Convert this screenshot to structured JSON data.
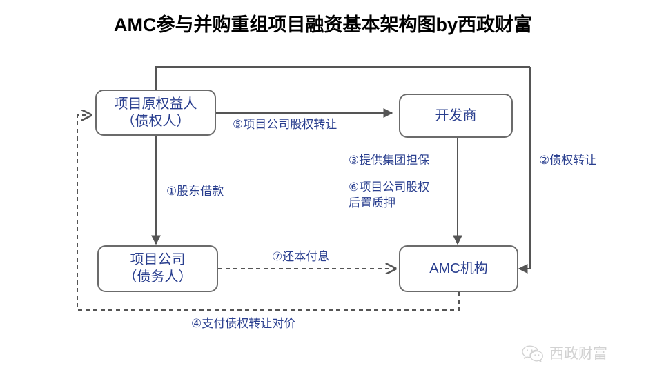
{
  "title": "AMC参与并购重组项目融资基本架构图by西政财富",
  "nodes": {
    "original_owner": {
      "line1": "项目原权益人",
      "line2": "（债权人）"
    },
    "developer": {
      "line1": "开发商",
      "line2": ""
    },
    "project_company": {
      "line1": "项目公司",
      "line2": "（债务人）"
    },
    "amc": {
      "line1": "AMC机构",
      "line2": ""
    }
  },
  "edges": {
    "e1": {
      "label": "①股东借款"
    },
    "e2": {
      "label": "②债权转让"
    },
    "e3": {
      "label": "③提供集团担保"
    },
    "e4": {
      "label": "④支付债权转让对价"
    },
    "e5": {
      "label": "⑤项目公司股权转让"
    },
    "e6": {
      "label": "⑥项目公司股权",
      "label_line2": "后置质押"
    },
    "e7": {
      "label": "⑦还本付息"
    }
  },
  "watermark": {
    "text": "西政财富",
    "icon": "wechat-icon"
  },
  "colors": {
    "text_blue": "#2a3f8f",
    "box_border": "#6b6b6b",
    "wire": "#555555",
    "watermark": "#d2d2d2",
    "background": "#ffffff"
  }
}
